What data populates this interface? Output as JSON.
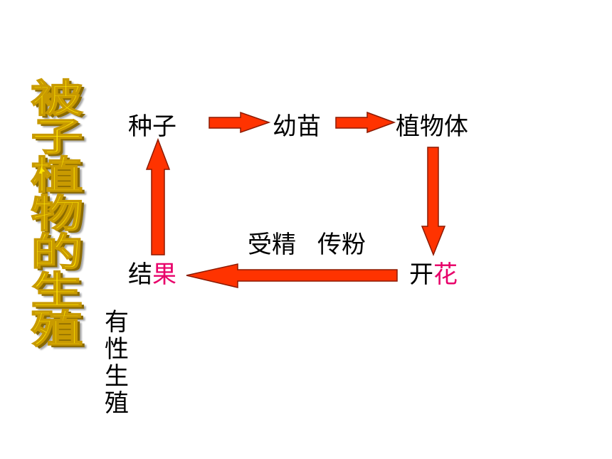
{
  "title": [
    "被",
    "子",
    "植",
    "物",
    "的",
    "生",
    "殖"
  ],
  "nodes": {
    "seed": "种子",
    "seedling": "幼苗",
    "plant": "植物体",
    "flower_a": "开",
    "flower_b": "花",
    "fruit_a": "结",
    "fruit_b": "果"
  },
  "labels": {
    "fertilization": "受精",
    "pollination": "传粉"
  },
  "subtitle": [
    "有",
    "性",
    "生",
    "殖"
  ],
  "colors": {
    "arrow_fill": "#ff3300",
    "arrow_stroke": "#8b1a00",
    "title_fill": "#ffe600",
    "highlight": "#e8006a"
  }
}
